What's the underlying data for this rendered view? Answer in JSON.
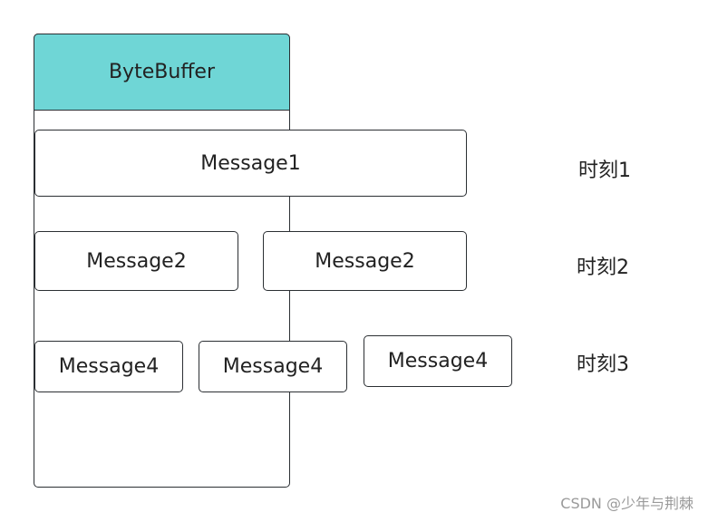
{
  "diagram": {
    "container_label": "ByteBuffer",
    "moments": [
      {
        "label": "时刻1",
        "messages": [
          "Message1"
        ]
      },
      {
        "label": "时刻2",
        "messages": [
          "Message2",
          "Message2"
        ]
      },
      {
        "label": "时刻3",
        "messages": [
          "Message4",
          "Message4",
          "Message4"
        ]
      }
    ],
    "colors": {
      "header_fill": "#6fd6d6",
      "stroke": "#2b2f33"
    }
  },
  "watermark": "CSDN @少年与荆棘"
}
